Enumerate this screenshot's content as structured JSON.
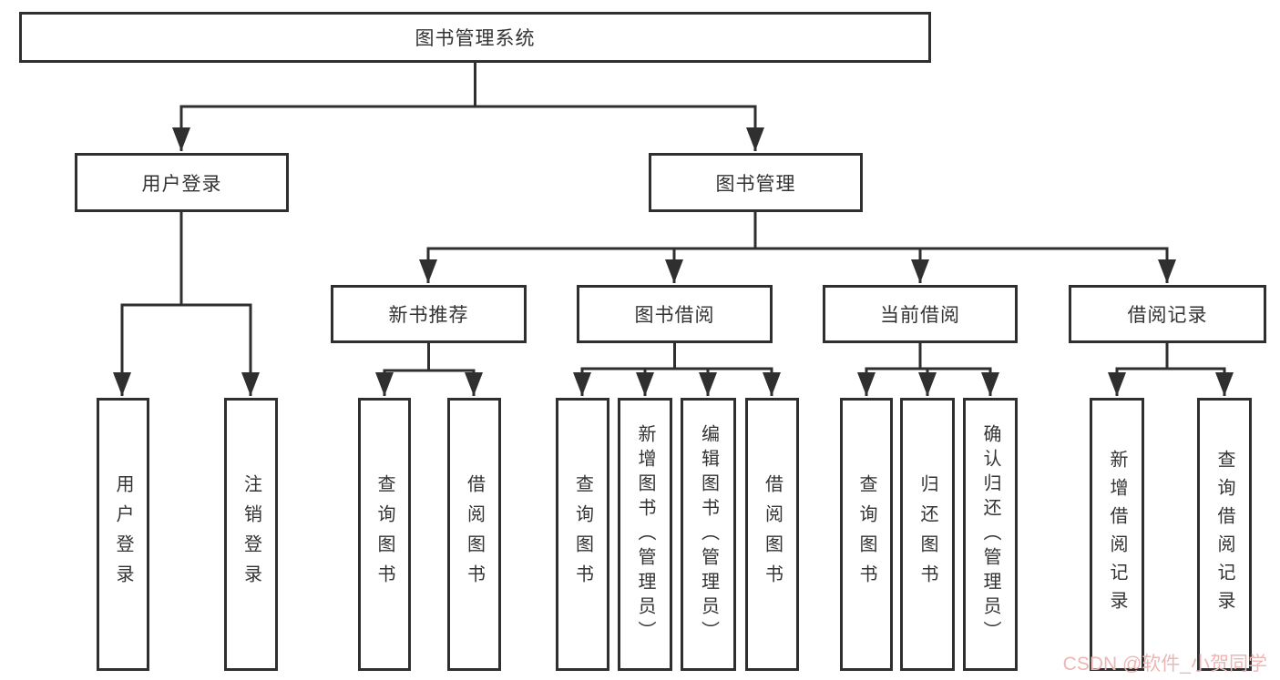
{
  "nodes": {
    "root": "图书管理系统",
    "user_login": "用户登录",
    "book_management": "图书管理",
    "new_book_recommend": "新书推荐",
    "book_borrow": "图书借阅",
    "current_borrow": "当前借阅",
    "borrow_records": "借阅记录",
    "leaf_user_login": "用户登录",
    "leaf_logout": "注销登录",
    "leaf_query_books_1": "查询图书",
    "leaf_borrow_books_1": "借阅图书",
    "leaf_query_books_2": "查询图书",
    "leaf_add_books": "新增图书（管理员）",
    "leaf_edit_books": "编辑图书（管理员）",
    "leaf_borrow_books_2": "借阅图书",
    "leaf_query_books_3": "查询图书",
    "leaf_return_books": "归还图书",
    "leaf_confirm_return": "确认归还（管理员）",
    "leaf_add_borrow_record": "新增借阅记录",
    "leaf_query_borrow_record": "查询借阅记录"
  },
  "watermark": {
    "text": "CSDN @软件_小贺同学",
    "color": "#eeb6b4"
  },
  "colors": {
    "line": "#333333",
    "box_border": "#2f2f2f",
    "text": "#333333",
    "background": "#ffffff"
  }
}
